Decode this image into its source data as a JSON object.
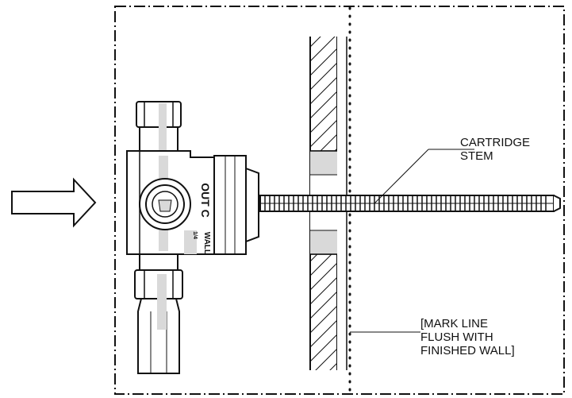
{
  "labels": {
    "stem_line1": "CARTRIDGE",
    "stem_line2": "STEM",
    "mark_line1": "[MARK LINE",
    "mark_line2": "FLUSH WITH",
    "mark_line3": "FINISHED WALL]",
    "valve_out": "OUT C",
    "valve_wall": "WALL",
    "valve_small": "1/4"
  },
  "colors": {
    "ink": "#111111",
    "shade": "#d9d9d9",
    "paper": "#ffffff"
  },
  "icons": {
    "arrow": "right-arrow-icon"
  }
}
